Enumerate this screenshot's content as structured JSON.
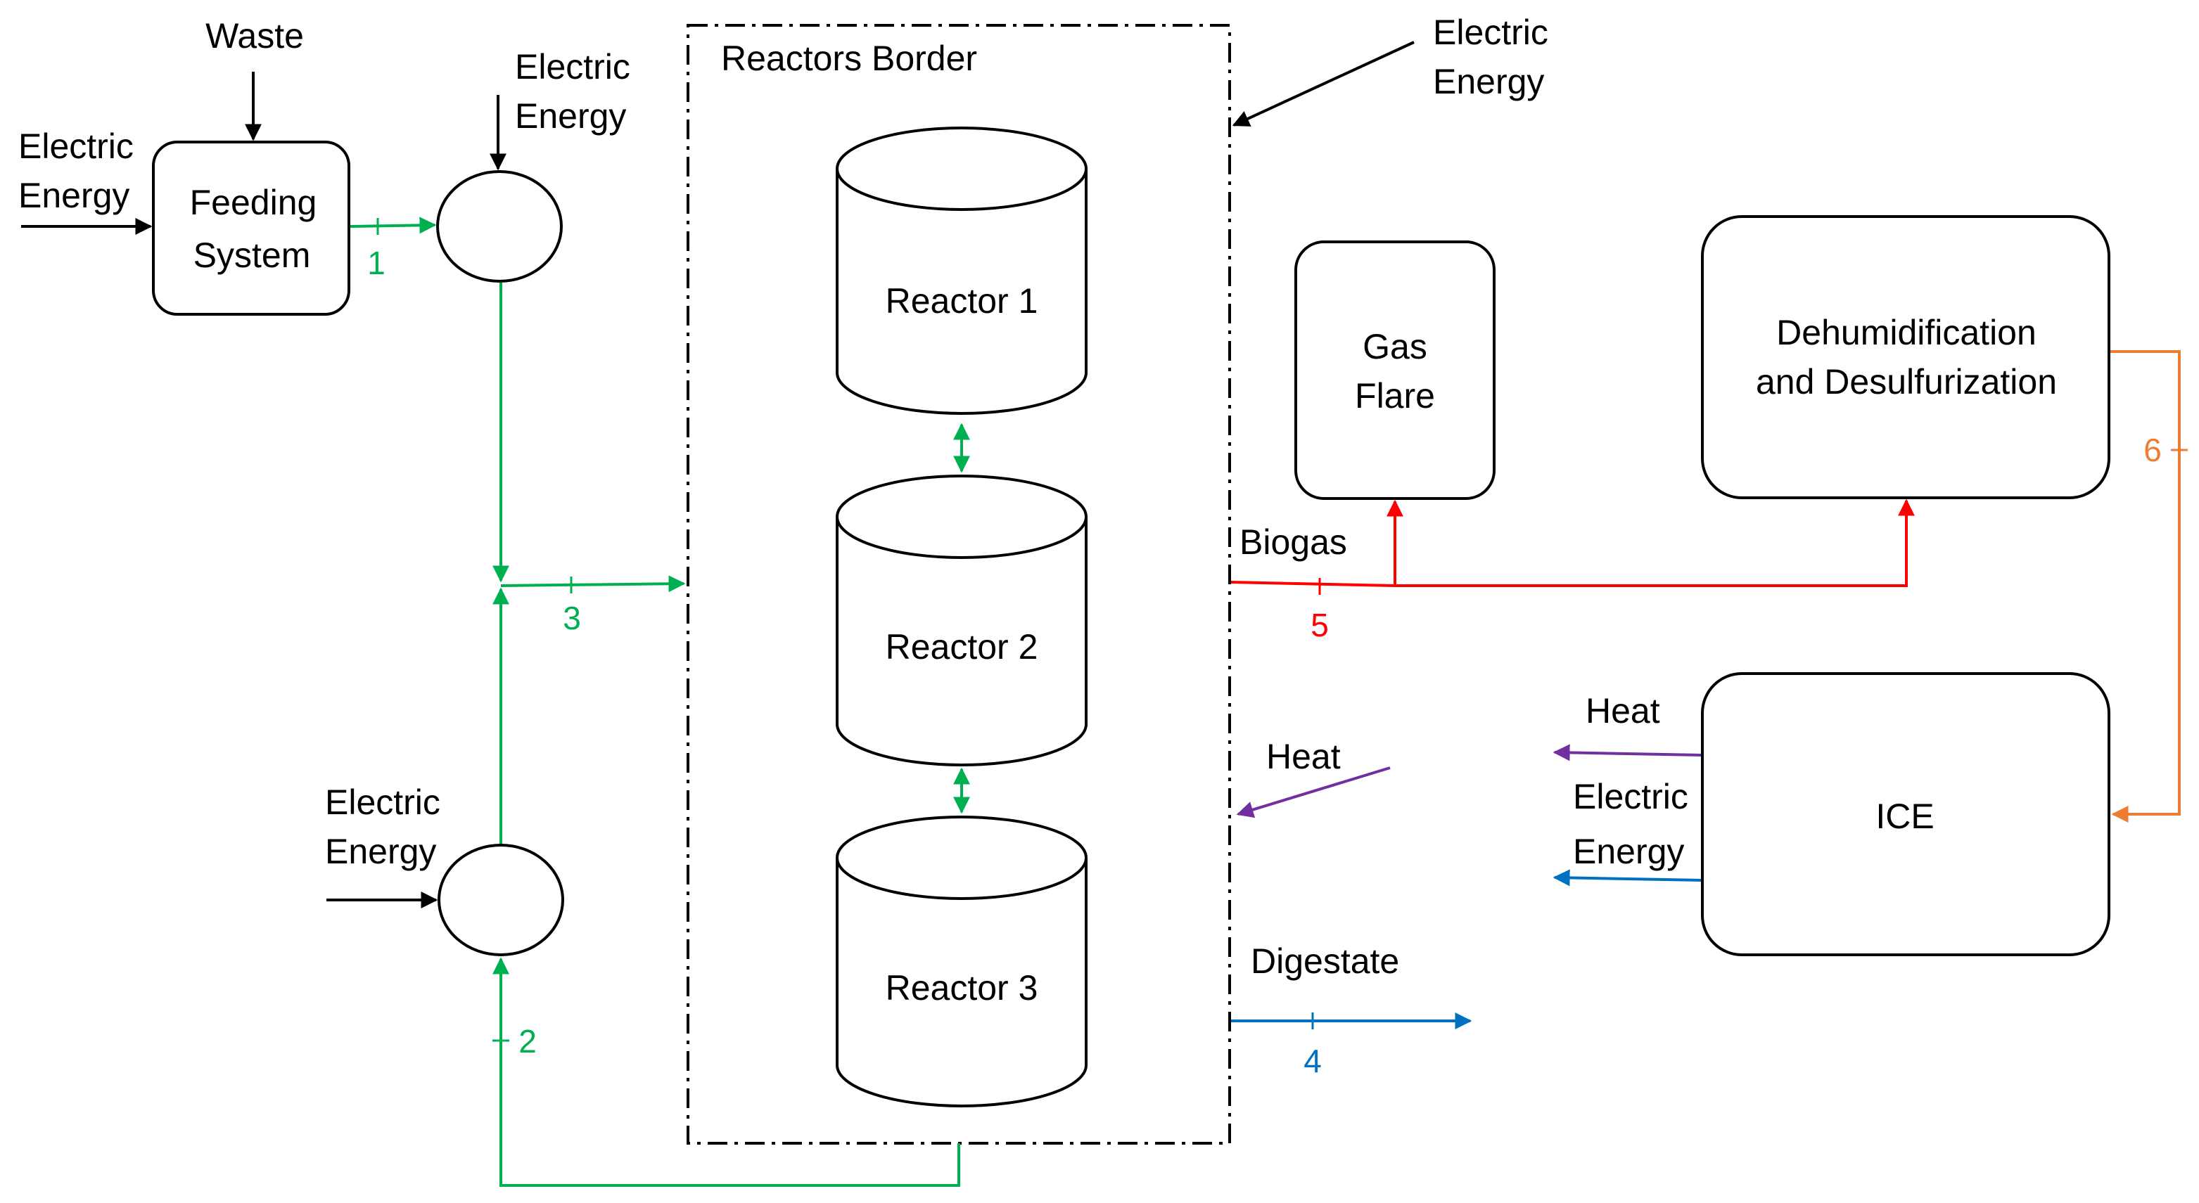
{
  "colors": {
    "black": "#000000",
    "green": "#00b050",
    "red": "#ff0000",
    "blue": "#0070c0",
    "purple": "#7030a0",
    "orange": "#ed7d31"
  },
  "reactors_border": {
    "title": "Reactors Border"
  },
  "reactors": [
    {
      "label": "Reactor 1"
    },
    {
      "label": "Reactor 2"
    },
    {
      "label": "Reactor 3"
    }
  ],
  "feeding_system": {
    "line1": "Feeding",
    "line2": "System"
  },
  "gas_flare": {
    "line1": "Gas",
    "line2": "Flare"
  },
  "dehumidification": {
    "line1": "Dehumidification",
    "line2": "and Desulfurization"
  },
  "ice": {
    "label": "ICE"
  },
  "inputs": {
    "waste": "Waste",
    "electric_feeding": {
      "line1": "Electric",
      "line2": "Energy"
    },
    "electric_pump_top": {
      "line1": "Electric",
      "line2": "Energy"
    },
    "electric_pump_bottom": {
      "line1": "Electric",
      "line2": "Energy"
    },
    "electric_reactors": {
      "line1": "Electric",
      "line2": "Energy"
    }
  },
  "flow_labels": {
    "biogas": "Biogas",
    "heat_reactors": "Heat",
    "digestate": "Digestate",
    "heat_ice": "Heat",
    "electric_ice": {
      "line1": "Electric",
      "line2": "Energy"
    }
  },
  "stream_numbers": {
    "s1": "1",
    "s2": "2",
    "s3": "3",
    "s4": "4",
    "s5": "5",
    "s6": "6"
  }
}
